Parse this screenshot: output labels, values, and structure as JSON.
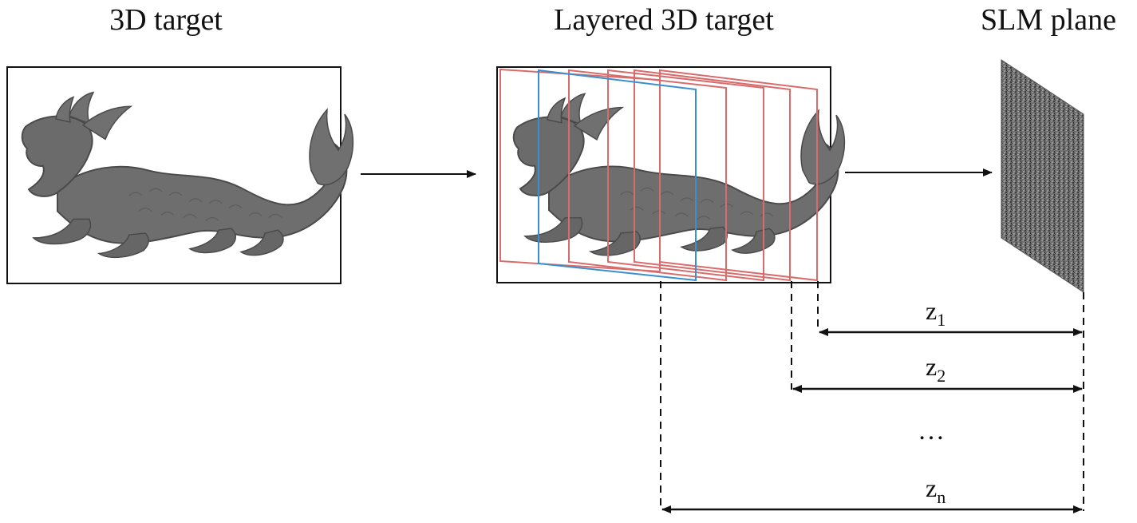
{
  "titles": {
    "target": "3D target",
    "layered": "Layered 3D target",
    "slm": "SLM plane"
  },
  "distances": [
    {
      "base": "z",
      "sub": "1"
    },
    {
      "base": "z",
      "sub": "2"
    },
    {
      "base": "z",
      "sub": "n"
    }
  ],
  "ellipsis": "…",
  "colors": {
    "layer_red": "#d96b6b",
    "layer_blue": "#3a8fd0",
    "dragon": "#6e6e6e",
    "slm_noise": "#5a5a5a",
    "line": "#111111"
  },
  "icons": [
    "dragon-sculpture-icon",
    "slm-noise-panel-icon"
  ]
}
